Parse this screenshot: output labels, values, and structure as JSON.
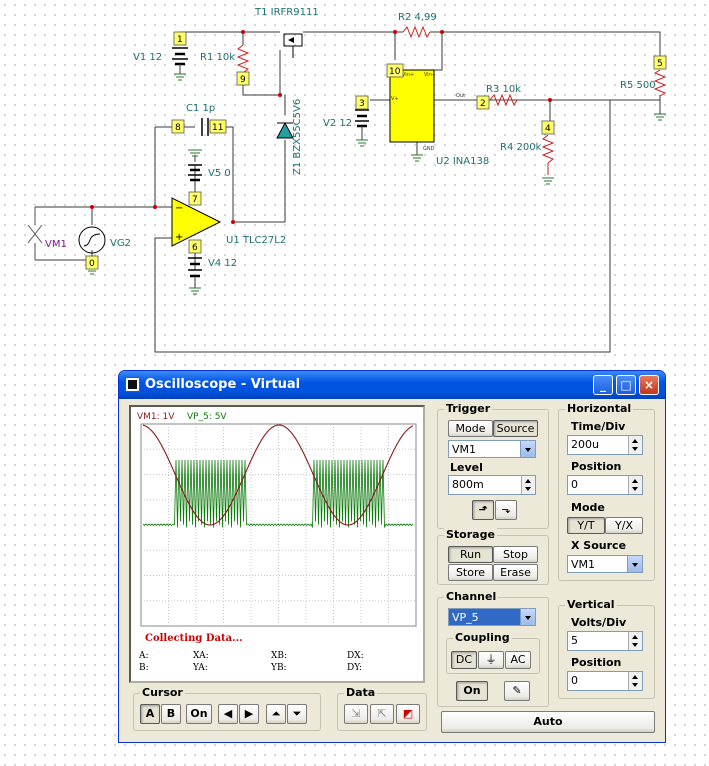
{
  "schematic": {
    "components": {
      "v1": "V1 12",
      "r1": "R1 10k",
      "t1": "T1 IRFR9111",
      "r2": "R2 4,99",
      "r5": "R5 500",
      "c1": "C1 1p",
      "v5": "V5 0",
      "z1": "Z1 BZX55C5V6",
      "v2": "V2 12",
      "u2": "U2 INA138",
      "r3": "R3 10k",
      "r4": "R4 200k",
      "vm1": "VM1",
      "vg2": "VG2",
      "u1": "U1 TLC27L2",
      "v4": "V4 12"
    },
    "nodes": {
      "n1": "1",
      "n9": "9",
      "n10": "10",
      "n5": "5",
      "n3": "3",
      "n2": "2",
      "n4": "4",
      "n8": "8",
      "n11": "11",
      "n7": "7",
      "n6": "6",
      "n0": "0"
    },
    "pins": {
      "vplus": "V+",
      "vin_minus": "Vin-",
      "out": "Out",
      "gnd": "GND",
      "vin_plus": "Vin+"
    }
  },
  "oscilloscope": {
    "title": "Oscilloscope - Virtual",
    "screen": {
      "ch1_label": "VM1: 1V",
      "ch2_label": "VP_5: 5V",
      "status": "Collecting Data...",
      "readouts": {
        "a": "A:",
        "b": "B:",
        "xa": "XA:",
        "ya": "YA:",
        "xb": "XB:",
        "yb": "YB:",
        "dx": "DX:",
        "dy": "DY:"
      },
      "colors": {
        "ch1": "#8b1a1a",
        "ch2": "#0a7a0a",
        "status": "#cc0000"
      }
    },
    "trigger": {
      "title": "Trigger",
      "mode_label": "Mode",
      "source_label": "Source",
      "source_value": "VM1",
      "level_label": "Level",
      "level_value": "800m"
    },
    "horizontal": {
      "title": "Horizontal",
      "time_label": "Time/Div",
      "time_value": "200u",
      "position_label": "Position",
      "position_value": "0",
      "mode_label": "Mode",
      "mode_yt": "Y/T",
      "mode_yx": "Y/X",
      "xsource_label": "X Source",
      "xsource_value": "VM1"
    },
    "storage": {
      "title": "Storage",
      "run": "Run",
      "stop": "Stop",
      "store": "Store",
      "erase": "Erase"
    },
    "channel": {
      "title": "Channel",
      "value": "VP_5",
      "coupling_label": "Coupling",
      "dc": "DC",
      "ac": "AC",
      "on": "On"
    },
    "vertical": {
      "title": "Vertical",
      "volts_label": "Volts/Div",
      "volts_value": "5",
      "position_label": "Position",
      "position_value": "0"
    },
    "cursor": {
      "title": "Cursor",
      "a": "A",
      "b": "B",
      "on": "On"
    },
    "data": {
      "title": "Data"
    },
    "auto": "Auto"
  }
}
